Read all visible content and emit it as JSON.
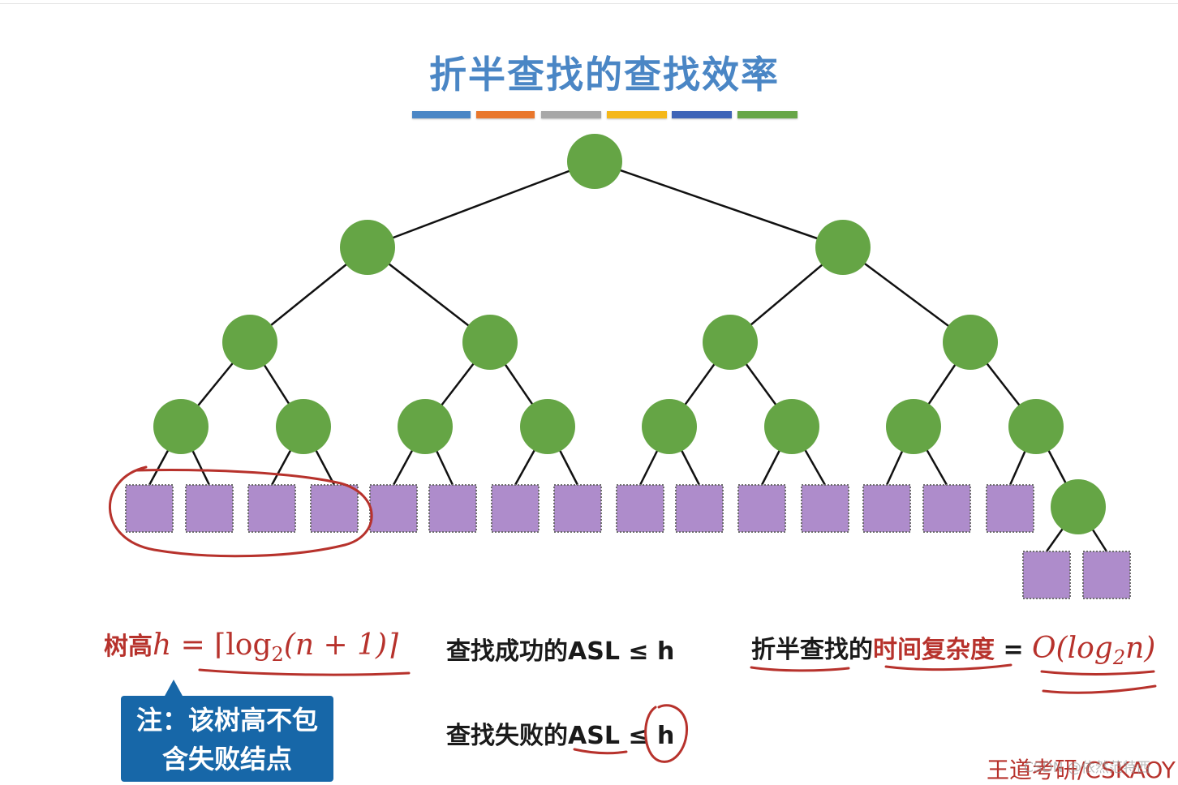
{
  "title": "折半查找的查找效率",
  "color_bars": [
    "#4a86c5",
    "#e9772c",
    "#a7a7a7",
    "#f5b81a",
    "#3e64b7",
    "#67a647"
  ],
  "colors": {
    "internal_node": "#65a545",
    "external_node": "#ae8ccb",
    "edge": "#111111",
    "annotation_red": "#b7322c",
    "callout_blue": "#1767a8"
  },
  "formula_height": {
    "label": "树高",
    "variable": "h",
    "expression": "= ⌈log",
    "subscript": "2",
    "argument": "(n + 1)⌉"
  },
  "asl_success": "查找成功的ASL ≤ h",
  "asl_fail": {
    "prefix": "查找失败的ASL ≤",
    "h": "h"
  },
  "complexity": {
    "prefix": "折半查找的",
    "highlight": "时间复杂度",
    "equals": " = ",
    "math_start": "O(log",
    "math_sub": "2",
    "math_end": "n)"
  },
  "callout": {
    "line1": "注：该树高不包",
    "line2": "含失败结点"
  },
  "watermark": "王道考研/CSKAOY",
  "watermark_overlay": "CSDN @依然范特西"
}
